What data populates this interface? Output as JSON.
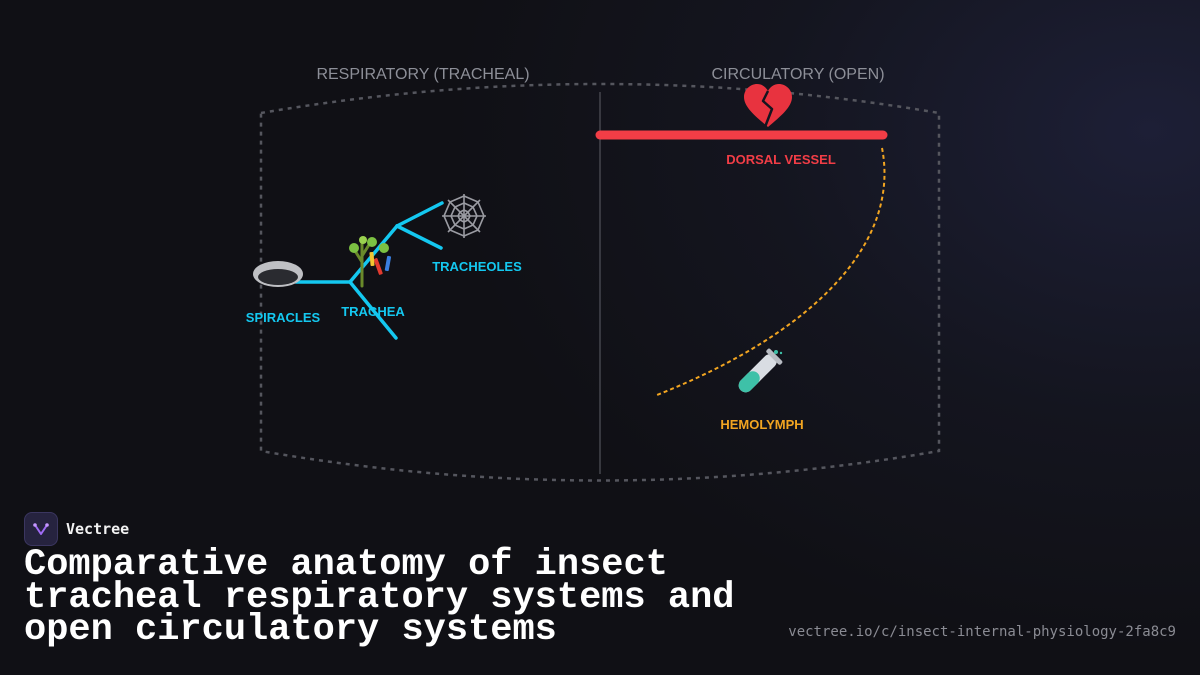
{
  "diagram": {
    "sections": {
      "respiratory": "RESPIRATORY (TRACHEAL)",
      "circulatory": "CIRCULATORY (OPEN)"
    },
    "nodes": {
      "spiracles": {
        "label": "SPIRACLES",
        "icon": "spiracle-opening-icon"
      },
      "trachea": {
        "label": "TRACHEA",
        "icon": "branching-tree-icon"
      },
      "tracheoles": {
        "label": "TRACHEOLES",
        "icon": "spider-web-icon"
      },
      "dorsal_vessel": {
        "label": "DORSAL VESSEL",
        "icon": "broken-heart-icon"
      },
      "hemolymph": {
        "label": "HEMOLYMPH",
        "icon": "test-tube-icon"
      }
    },
    "colors": {
      "respiratory": "#14c8f0",
      "dorsal_vessel": "#f23d46",
      "hemolymph": "#f2a521",
      "outline": "#55565e"
    }
  },
  "brand": {
    "name": "Vectree"
  },
  "title": "Comparative anatomy of insect tracheal respiratory systems and open circulatory systems",
  "url": "vectree.io/c/insect-internal-physiology-2fa8c9"
}
